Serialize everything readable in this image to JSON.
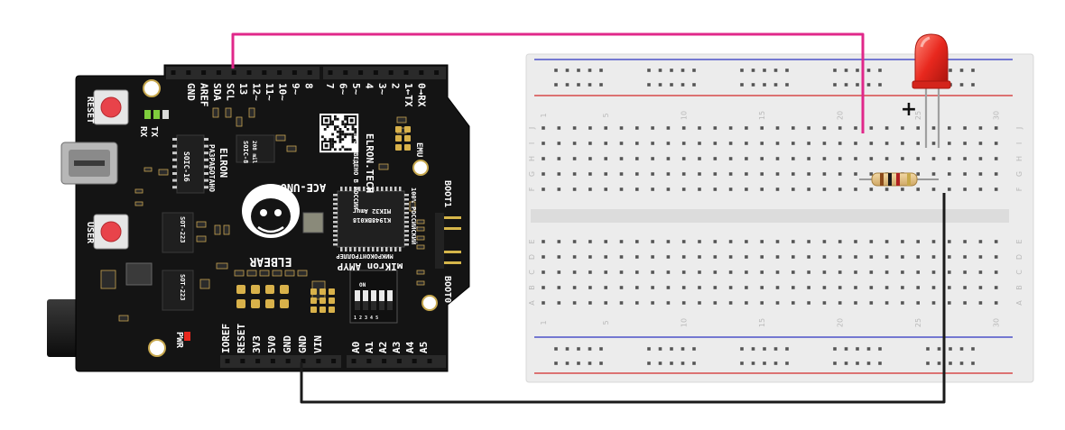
{
  "colors": {
    "wire_signal": "#e0288a",
    "wire_ground": "#1a1a1a",
    "board": "#141414",
    "header": "#2a2a2a",
    "breadboard": "#ececec",
    "rail_red": "#d6494a",
    "rail_blue": "#4d52c8",
    "led": "#e8281e",
    "button": "#e8434a"
  },
  "board": {
    "top_pins": [
      "GND",
      "AREF",
      "SDA",
      "SCL",
      "13",
      "12~",
      "11~",
      "10~",
      "9~",
      "8",
      "7",
      "6~",
      "5~",
      "4",
      "3~",
      "2",
      "1←TX",
      "0→RX"
    ],
    "bottom_pins": [
      "IOREF",
      "RESET",
      "3V3",
      "5V0",
      "GND",
      "GND",
      "VIN",
      "A0",
      "A1",
      "A2",
      "A3",
      "A4",
      "A5"
    ],
    "side_labels": {
      "reset": "RESET",
      "user": "USER",
      "rx": "RX",
      "tx": "TX",
      "pwr": "PWR",
      "boot1": "BOOT1",
      "boot0": "BOOT0",
      "emu": "EMU"
    },
    "silkscreen": {
      "brand_made": "РАЗРАБОТАНО",
      "brand": "ELRON",
      "model": "ACE-UNO",
      "vendor": "ELBEAR",
      "site": "ELRON.TECH",
      "produced_in": "ПРОИЗВЕДЕНО В РОССИИ",
      "mcu_line1": "МИКРОКОНТРОЛЛЕР",
      "mcu_brand": "мIKron AMYP",
      "mcu_russian": "100% РОССИЙСКИЙ",
      "chip_text1": "K1948BK018",
      "chip_text2": "MIK32 Amur",
      "soc16": "SOIC-16",
      "soc8": "SOIC-8",
      "soc8_size": "208 mil",
      "sot1": "SOT-223",
      "sot2": "SOT-223",
      "dip_on": "ON",
      "dip_nums": "1 2 3 4 5"
    }
  },
  "breadboard": {
    "columns": [
      "1",
      "5",
      "10",
      "15",
      "20",
      "25",
      "30"
    ],
    "rows_top": [
      "J",
      "I",
      "H",
      "G",
      "F"
    ],
    "rows_bottom": [
      "E",
      "D",
      "C",
      "B",
      "A"
    ]
  },
  "led": {
    "polarity_label": "+"
  }
}
